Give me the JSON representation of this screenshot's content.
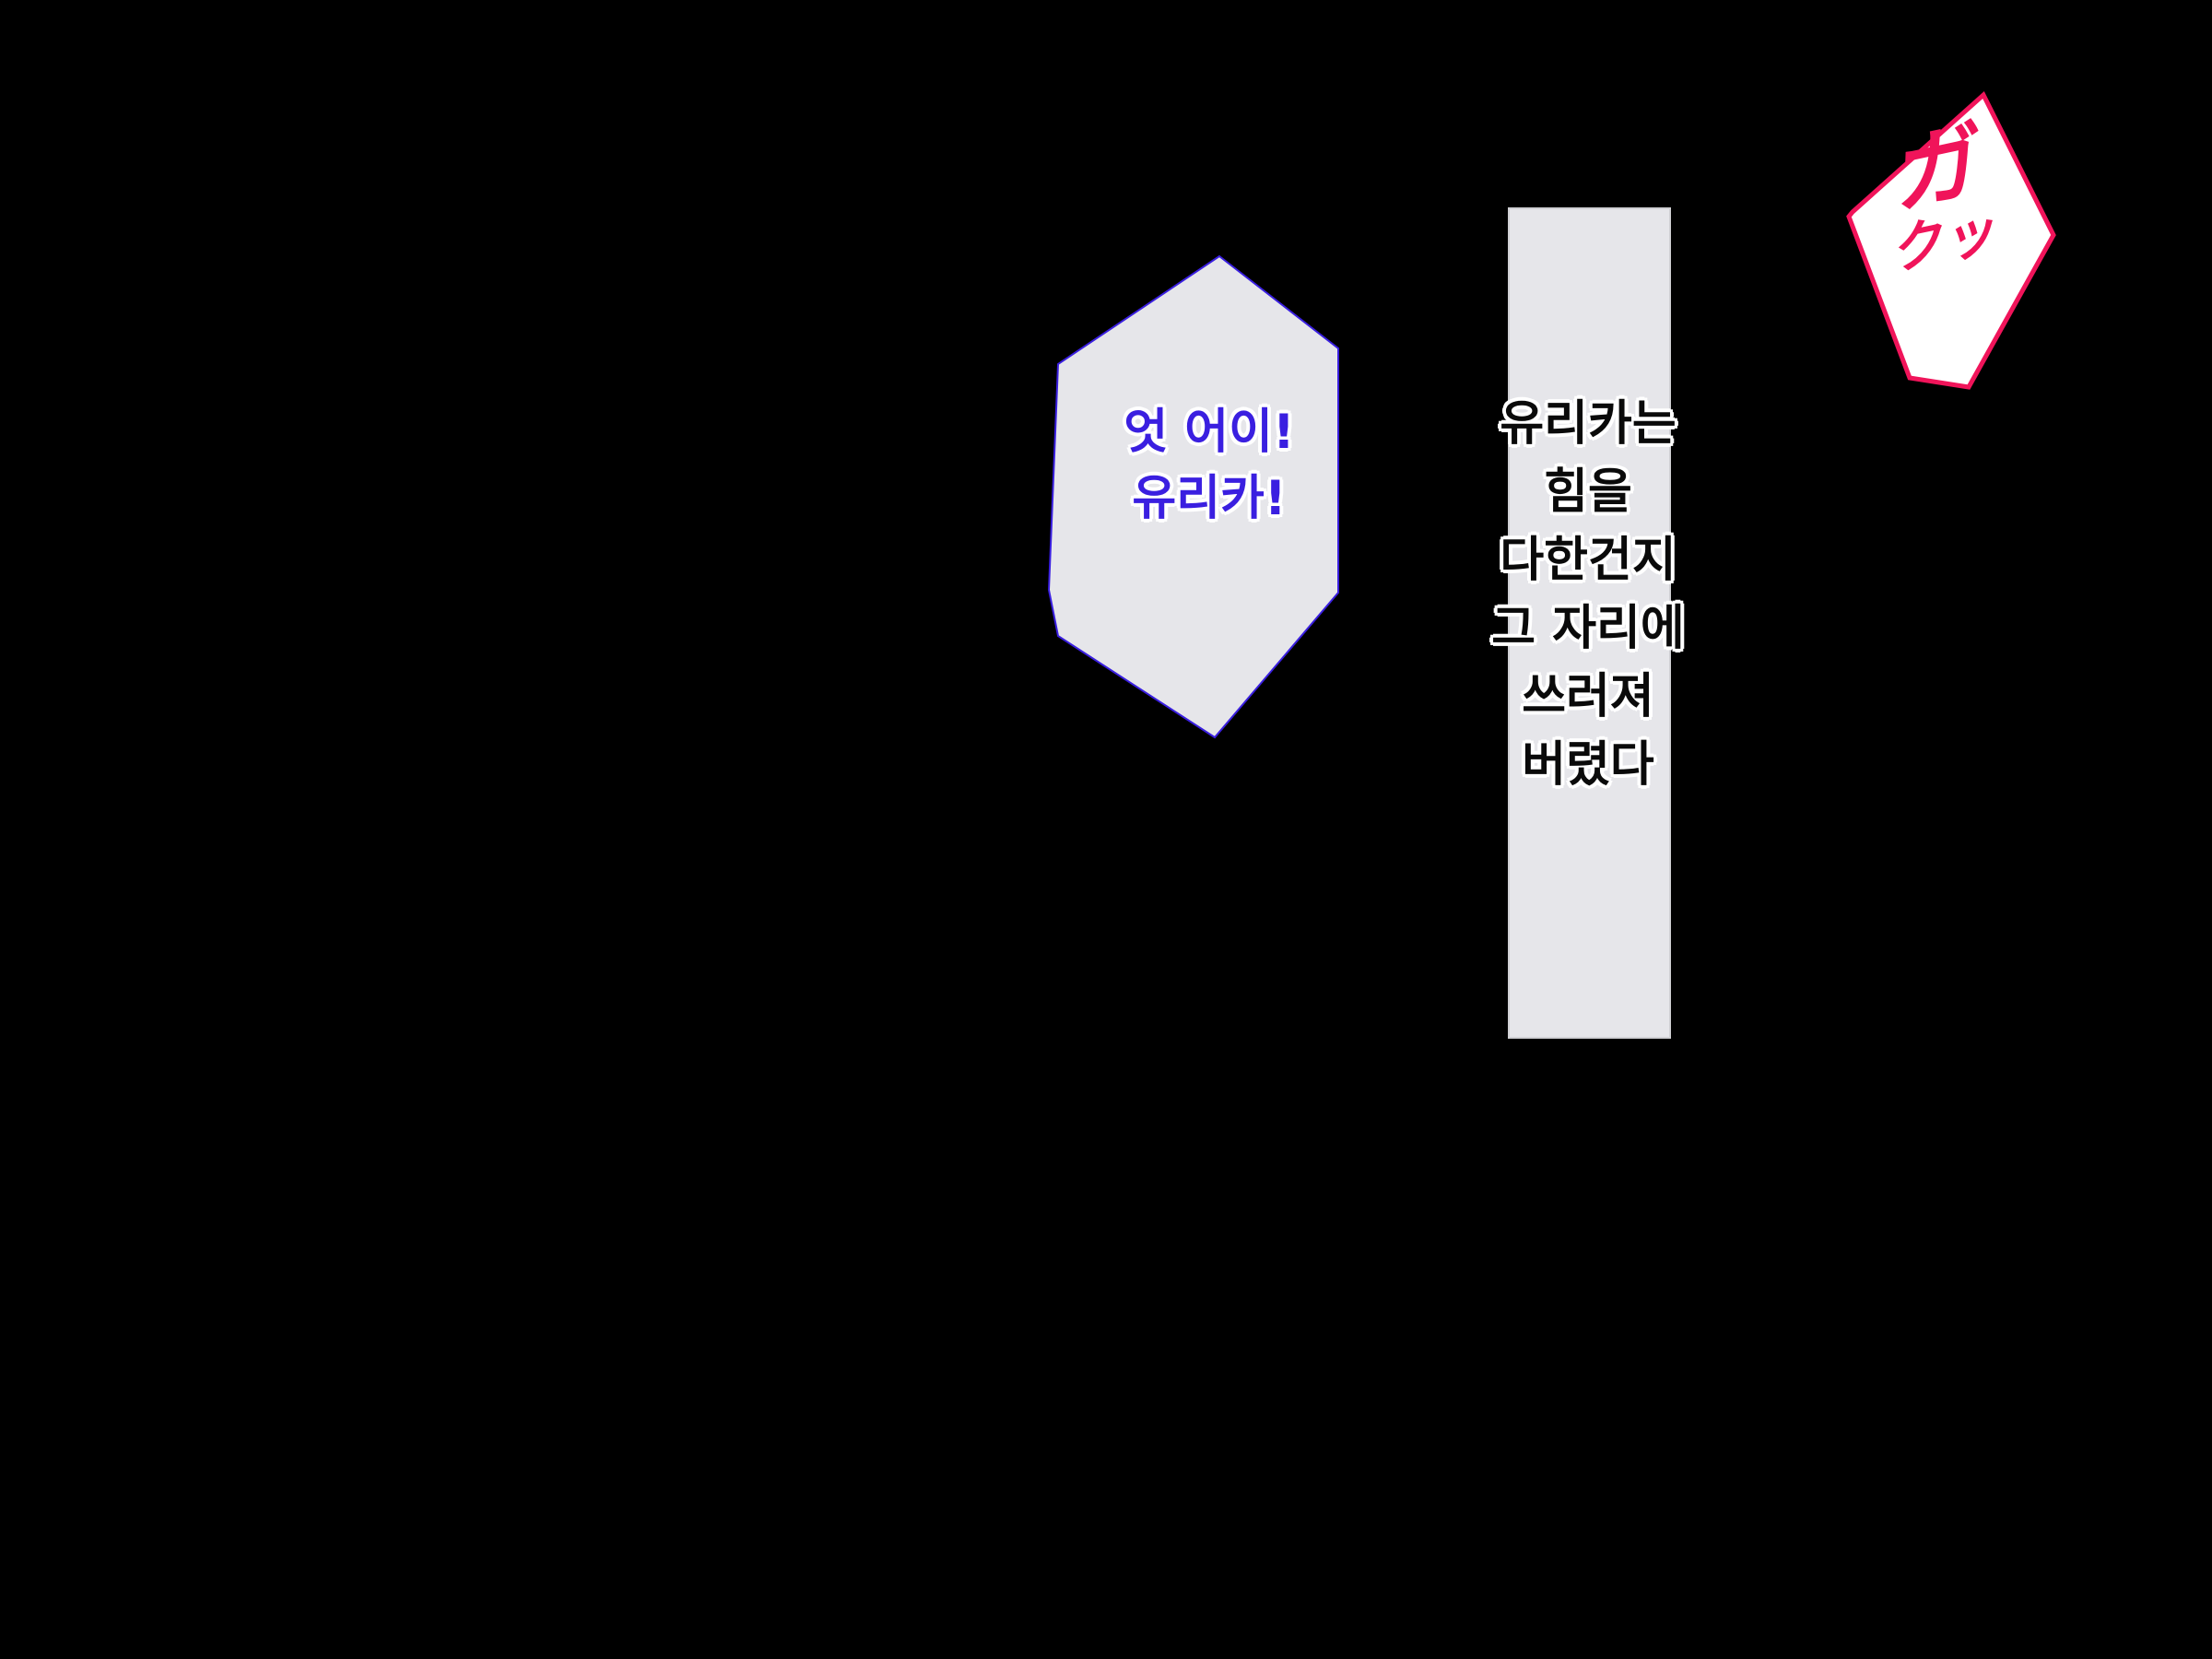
{
  "speech_bubble": {
    "lines": [
      "엇 어이!",
      "유리카!"
    ]
  },
  "narration_box": {
    "lines": [
      "유리카는",
      "힘을",
      "다한건지",
      "그 자리에",
      "쓰러져",
      "버렸다"
    ]
  },
  "sound_effect": {
    "big": "ガ",
    "small": "クッ"
  },
  "colors": {
    "background": "#000000",
    "bubble_fill": "#e6e6ea",
    "speech_text": "#3a1fe0",
    "narration_text": "#0a0a0a",
    "sfx_text": "#f0145a",
    "sfx_border": "#f0145a"
  }
}
